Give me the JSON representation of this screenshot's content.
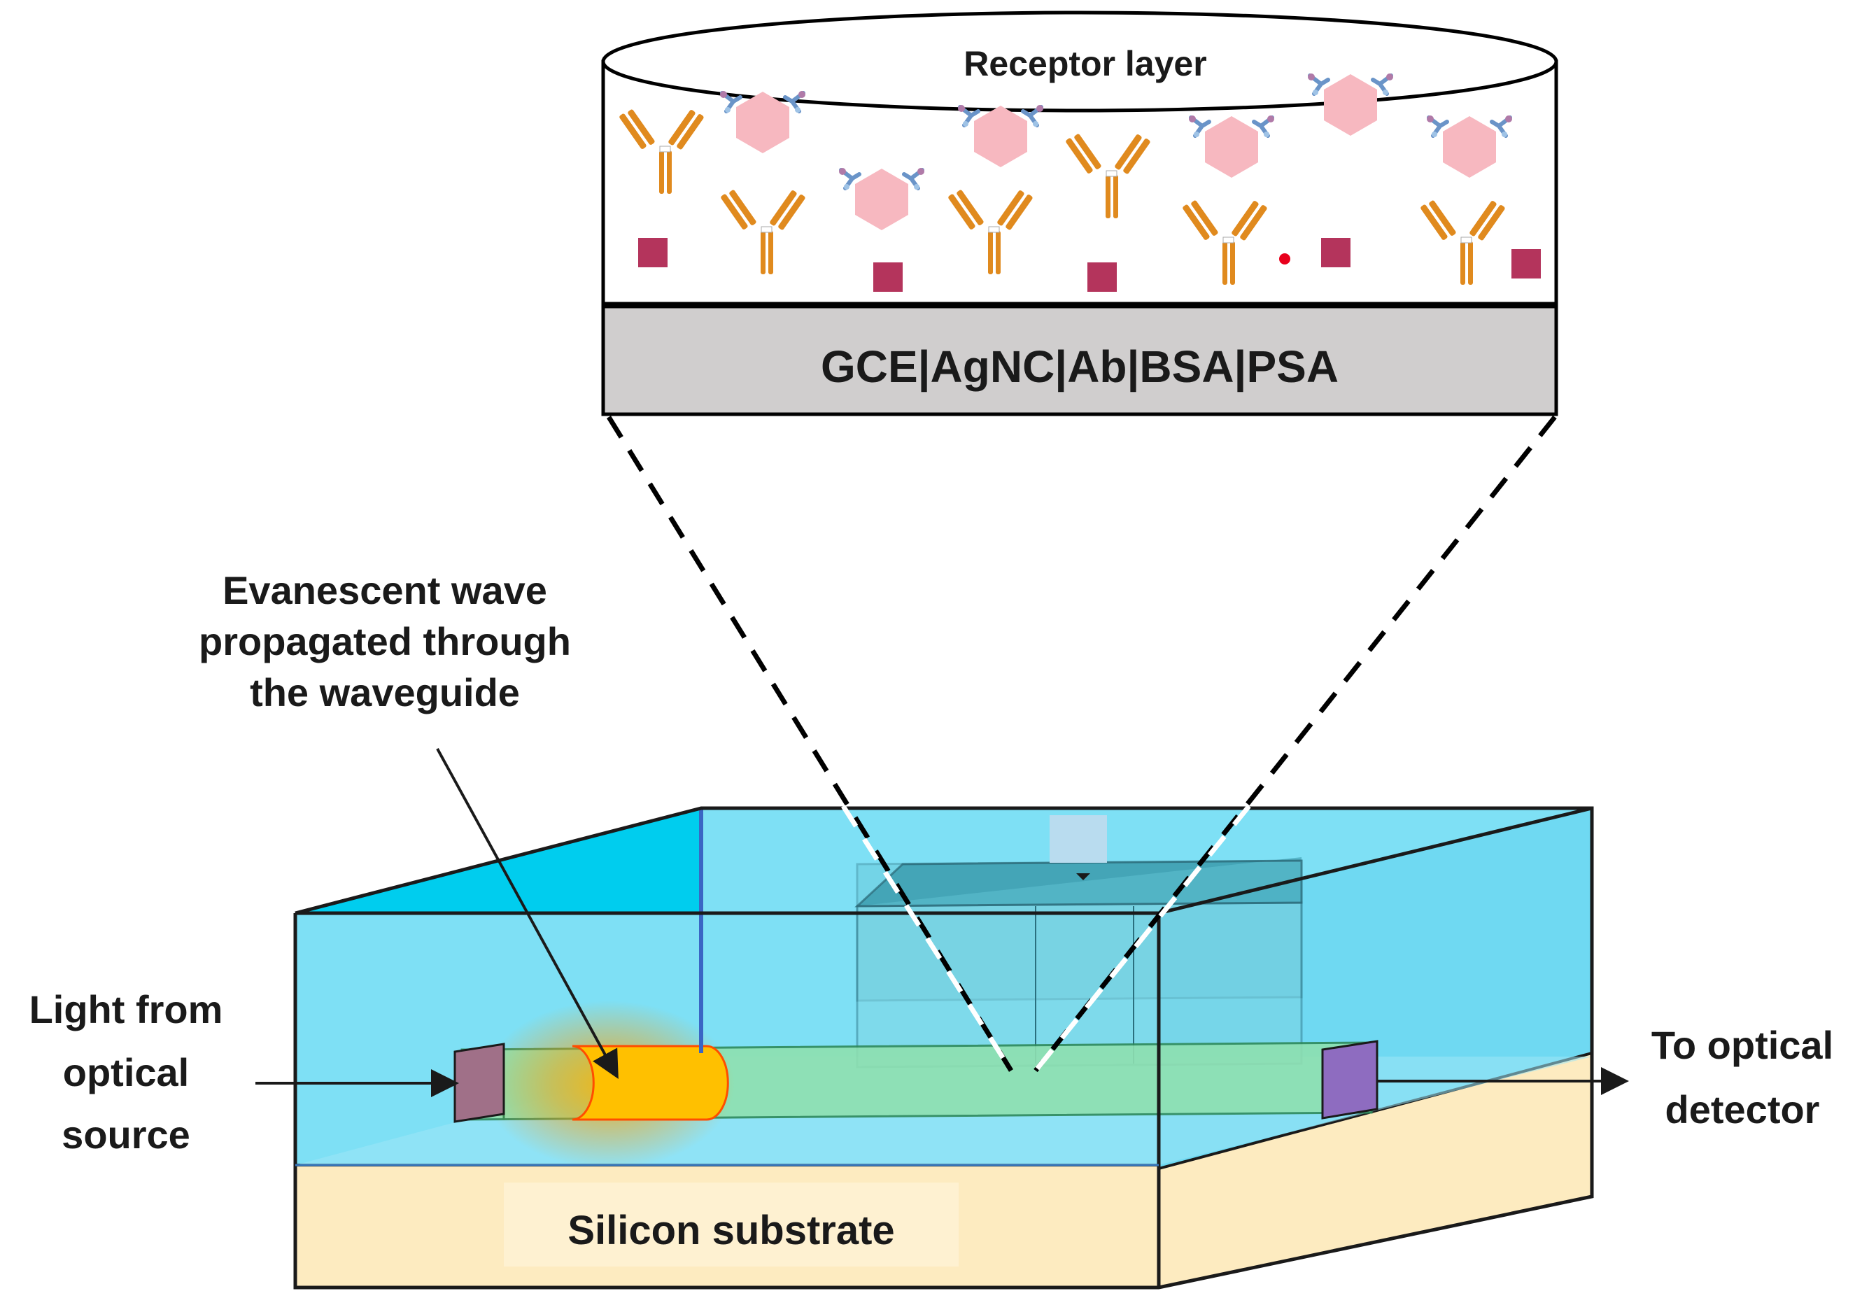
{
  "receptor": {
    "title": "Receptor layer",
    "electrode_label": "GCE|AgNC|Ab|BSA|PSA"
  },
  "labels": {
    "evanescent": [
      "Evanescent wave",
      "propagated through",
      "the waveguide"
    ],
    "light_source": [
      "Light from",
      "optical",
      "source"
    ],
    "detector": [
      "To optical",
      "detector"
    ],
    "substrate": "Silicon substrate"
  },
  "colors": {
    "water": "#7ee0f5",
    "water_dark": "#00d1f2",
    "substrate": "#fdebc0",
    "waveguide": "#8ee0b0",
    "glow": "#ffc000",
    "antibody_orange": "#e08a1e",
    "antigen_pink": "#f7b8c0",
    "bsa_square": "#b4345c",
    "electrode_gray": "#d0cece"
  }
}
